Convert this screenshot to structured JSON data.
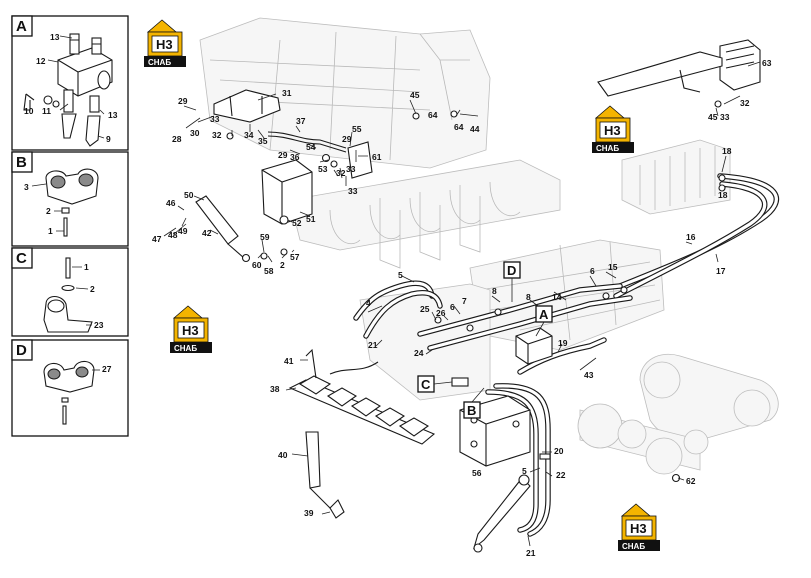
{
  "logo": {
    "brand": "H3",
    "sub": "CHAБ"
  },
  "colors": {
    "logo_yellow": "#f4b400",
    "logo_black": "#111111",
    "line": "#1a1a1a",
    "ghost": "#b9b9b9"
  },
  "panels": [
    {
      "letter": "A",
      "callouts": [
        "13",
        "12",
        "10",
        "11",
        "13",
        "9"
      ]
    },
    {
      "letter": "B",
      "callouts": [
        "3",
        "2",
        "1"
      ]
    },
    {
      "letter": "C",
      "callouts": [
        "1",
        "2",
        "23"
      ]
    },
    {
      "letter": "D",
      "callouts": [
        "27"
      ]
    }
  ],
  "detail_markers": [
    "A",
    "B",
    "C",
    "D"
  ],
  "callouts": [
    "29",
    "31",
    "33",
    "30",
    "28",
    "32",
    "34",
    "35",
    "37",
    "45",
    "64",
    "64",
    "44",
    "63",
    "45",
    "33",
    "32",
    "29",
    "36",
    "54",
    "53",
    "55",
    "29",
    "61",
    "33",
    "32",
    "33",
    "50",
    "46",
    "49",
    "47",
    "48",
    "42",
    "51",
    "52",
    "59",
    "60",
    "58",
    "2",
    "57",
    "18",
    "18",
    "16",
    "17",
    "5",
    "4",
    "25",
    "26",
    "6",
    "7",
    "8",
    "6",
    "15",
    "14",
    "21",
    "24",
    "19",
    "8",
    "43",
    "41",
    "38",
    "40",
    "39",
    "56",
    "20",
    "5",
    "22",
    "21",
    "62"
  ]
}
